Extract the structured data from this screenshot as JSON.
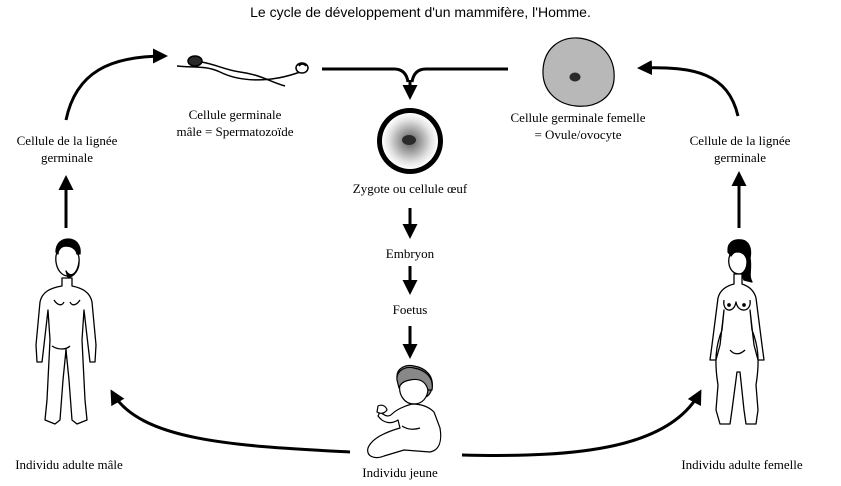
{
  "title": "Le cycle de développement d'un mammifère, l'Homme.",
  "labels": {
    "male_germ_line": [
      "Cellule de la lignée",
      "germinale"
    ],
    "female_germ_line": [
      "Cellule de la lignée",
      "germinale"
    ],
    "sperm": [
      "Cellule germinale",
      "mâle = Spermatozoïde"
    ],
    "ovum": [
      "Cellule germinale femelle",
      "= Ovule/ovocyte"
    ],
    "zygote": "Zygote ou cellule œuf",
    "embryo": "Embryon",
    "fetus": "Foetus",
    "adult_male": "Individu adulte mâle",
    "adult_female": "Individu adulte femelle",
    "young": "Individu jeune"
  },
  "colors": {
    "ink": "#000000",
    "ovum_fill": "#b8b8b8",
    "baby_hair": "#888888"
  }
}
